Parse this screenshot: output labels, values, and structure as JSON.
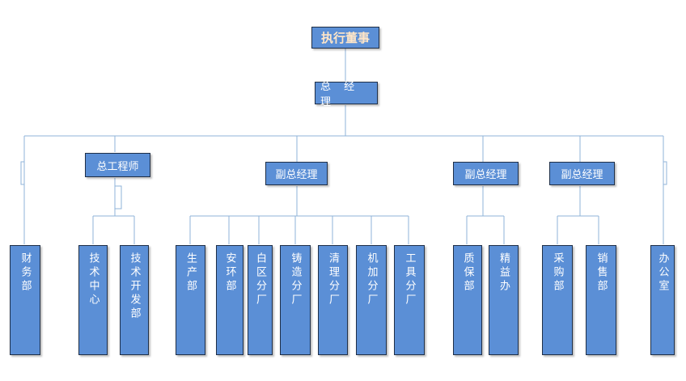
{
  "chart": {
    "ceo": "执行董事",
    "gm": "总 经 理",
    "chief_engineer": "总工程师",
    "vp1": "副总经理",
    "vp2": "副总经理",
    "vp3": "副总经理",
    "finance": "财务部",
    "tech_center": "技术中心",
    "tech_dev": "技术开发部",
    "production": "生产部",
    "safety_env": "安环部",
    "baiqu_branch": "白区分厂",
    "casting_branch": "铸造分厂",
    "cleaning_branch": "清理分厂",
    "machining_branch": "机加分厂",
    "tooling_branch": "工具分厂",
    "quality": "质保部",
    "lean_office": "精益办",
    "purchasing": "采购部",
    "sales": "销售部",
    "office": "办公室"
  }
}
